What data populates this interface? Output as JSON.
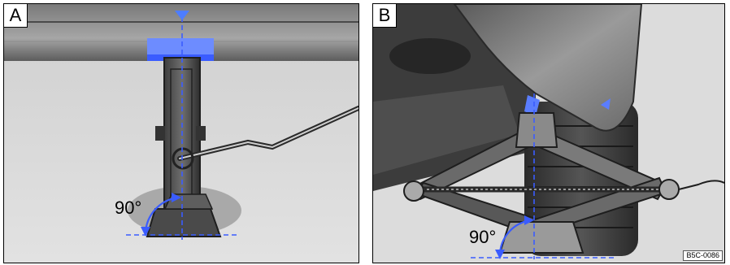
{
  "panels": [
    {
      "label": "A",
      "angle_label": "90°"
    },
    {
      "label": "B",
      "angle_label": "90°"
    }
  ],
  "reference_code": "B5C-0086",
  "colors": {
    "guide": "#3a5cff",
    "marker": "#4d7dff",
    "background": "#d9d9d9"
  }
}
